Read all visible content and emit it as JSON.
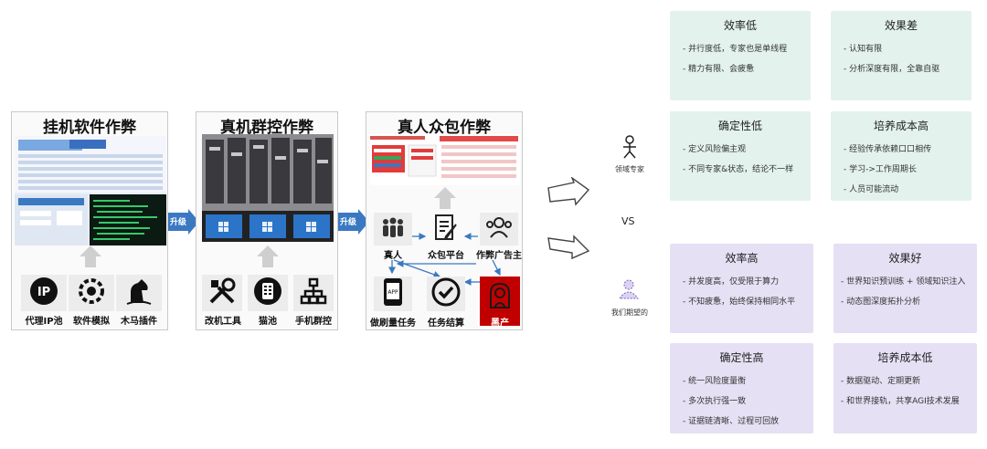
{
  "panels": [
    {
      "title": "挂机软件作弊",
      "icons": [
        "代理IP池",
        "软件模拟",
        "木马插件"
      ],
      "icon_names": [
        "ip-pool-icon",
        "gear-software-icon",
        "trojan-horse-icon"
      ]
    },
    {
      "title": "真机群控作弊",
      "icons": [
        "改机工具",
        "猫池",
        "手机群控"
      ],
      "icon_names": [
        "tools-icon",
        "modem-pool-icon",
        "phone-cluster-icon"
      ]
    },
    {
      "title": "真人众包作弊",
      "nodes": [
        "真人",
        "众包平台",
        "作弊广告主",
        "做刷量任务",
        "任务结算",
        "黑产"
      ],
      "node_icons": [
        "people-icon",
        "document-edit-icon",
        "group-icon",
        "app-phone-icon",
        "check-circle-icon",
        "hacker-icon"
      ],
      "black_color": "#c00000"
    }
  ],
  "upgrade_label": "升级",
  "upgrade_color": "#3a78c2",
  "comparison": {
    "expert_label": "领域专家",
    "ours_label": "我们期望的",
    "vs": "VS",
    "expert_cards": [
      {
        "title": "效率低",
        "items": [
          "- 并行度低，专家也是单线程",
          "- 精力有限、会疲惫"
        ]
      },
      {
        "title": "效果差",
        "items": [
          "- 认知有限",
          "- 分析深度有限，全靠自驱"
        ]
      },
      {
        "title": "确定性低",
        "items": [
          "- 定义风险偏主观",
          "- 不同专家&状态，结论不一样"
        ]
      },
      {
        "title": "培养成本高",
        "items": [
          "- 经验传承依赖口口相传",
          "- 学习->工作周期长",
          "- 人员可能流动"
        ]
      }
    ],
    "ours_cards": [
      {
        "title": "效率高",
        "items": [
          "- 并发度高，仅受限于算力",
          "- 不知疲惫，始终保持相同水平"
        ]
      },
      {
        "title": "效果好",
        "items": [
          "- 世界知识预训练 + 领域知识注入",
          "- 动态图深度拓扑分析"
        ]
      },
      {
        "title": "确定性高",
        "items": [
          "- 统一风险度量衡",
          "- 多次执行强一致",
          "- 证据链清晰、过程可回放"
        ]
      },
      {
        "title": "培养成本低",
        "items": [
          "- 数据驱动、定期更新",
          "- 和世界接轨，共享AGI技术发展"
        ]
      }
    ],
    "expert_color": "#e3f2ec",
    "ours_color": "#e6e0f5"
  }
}
